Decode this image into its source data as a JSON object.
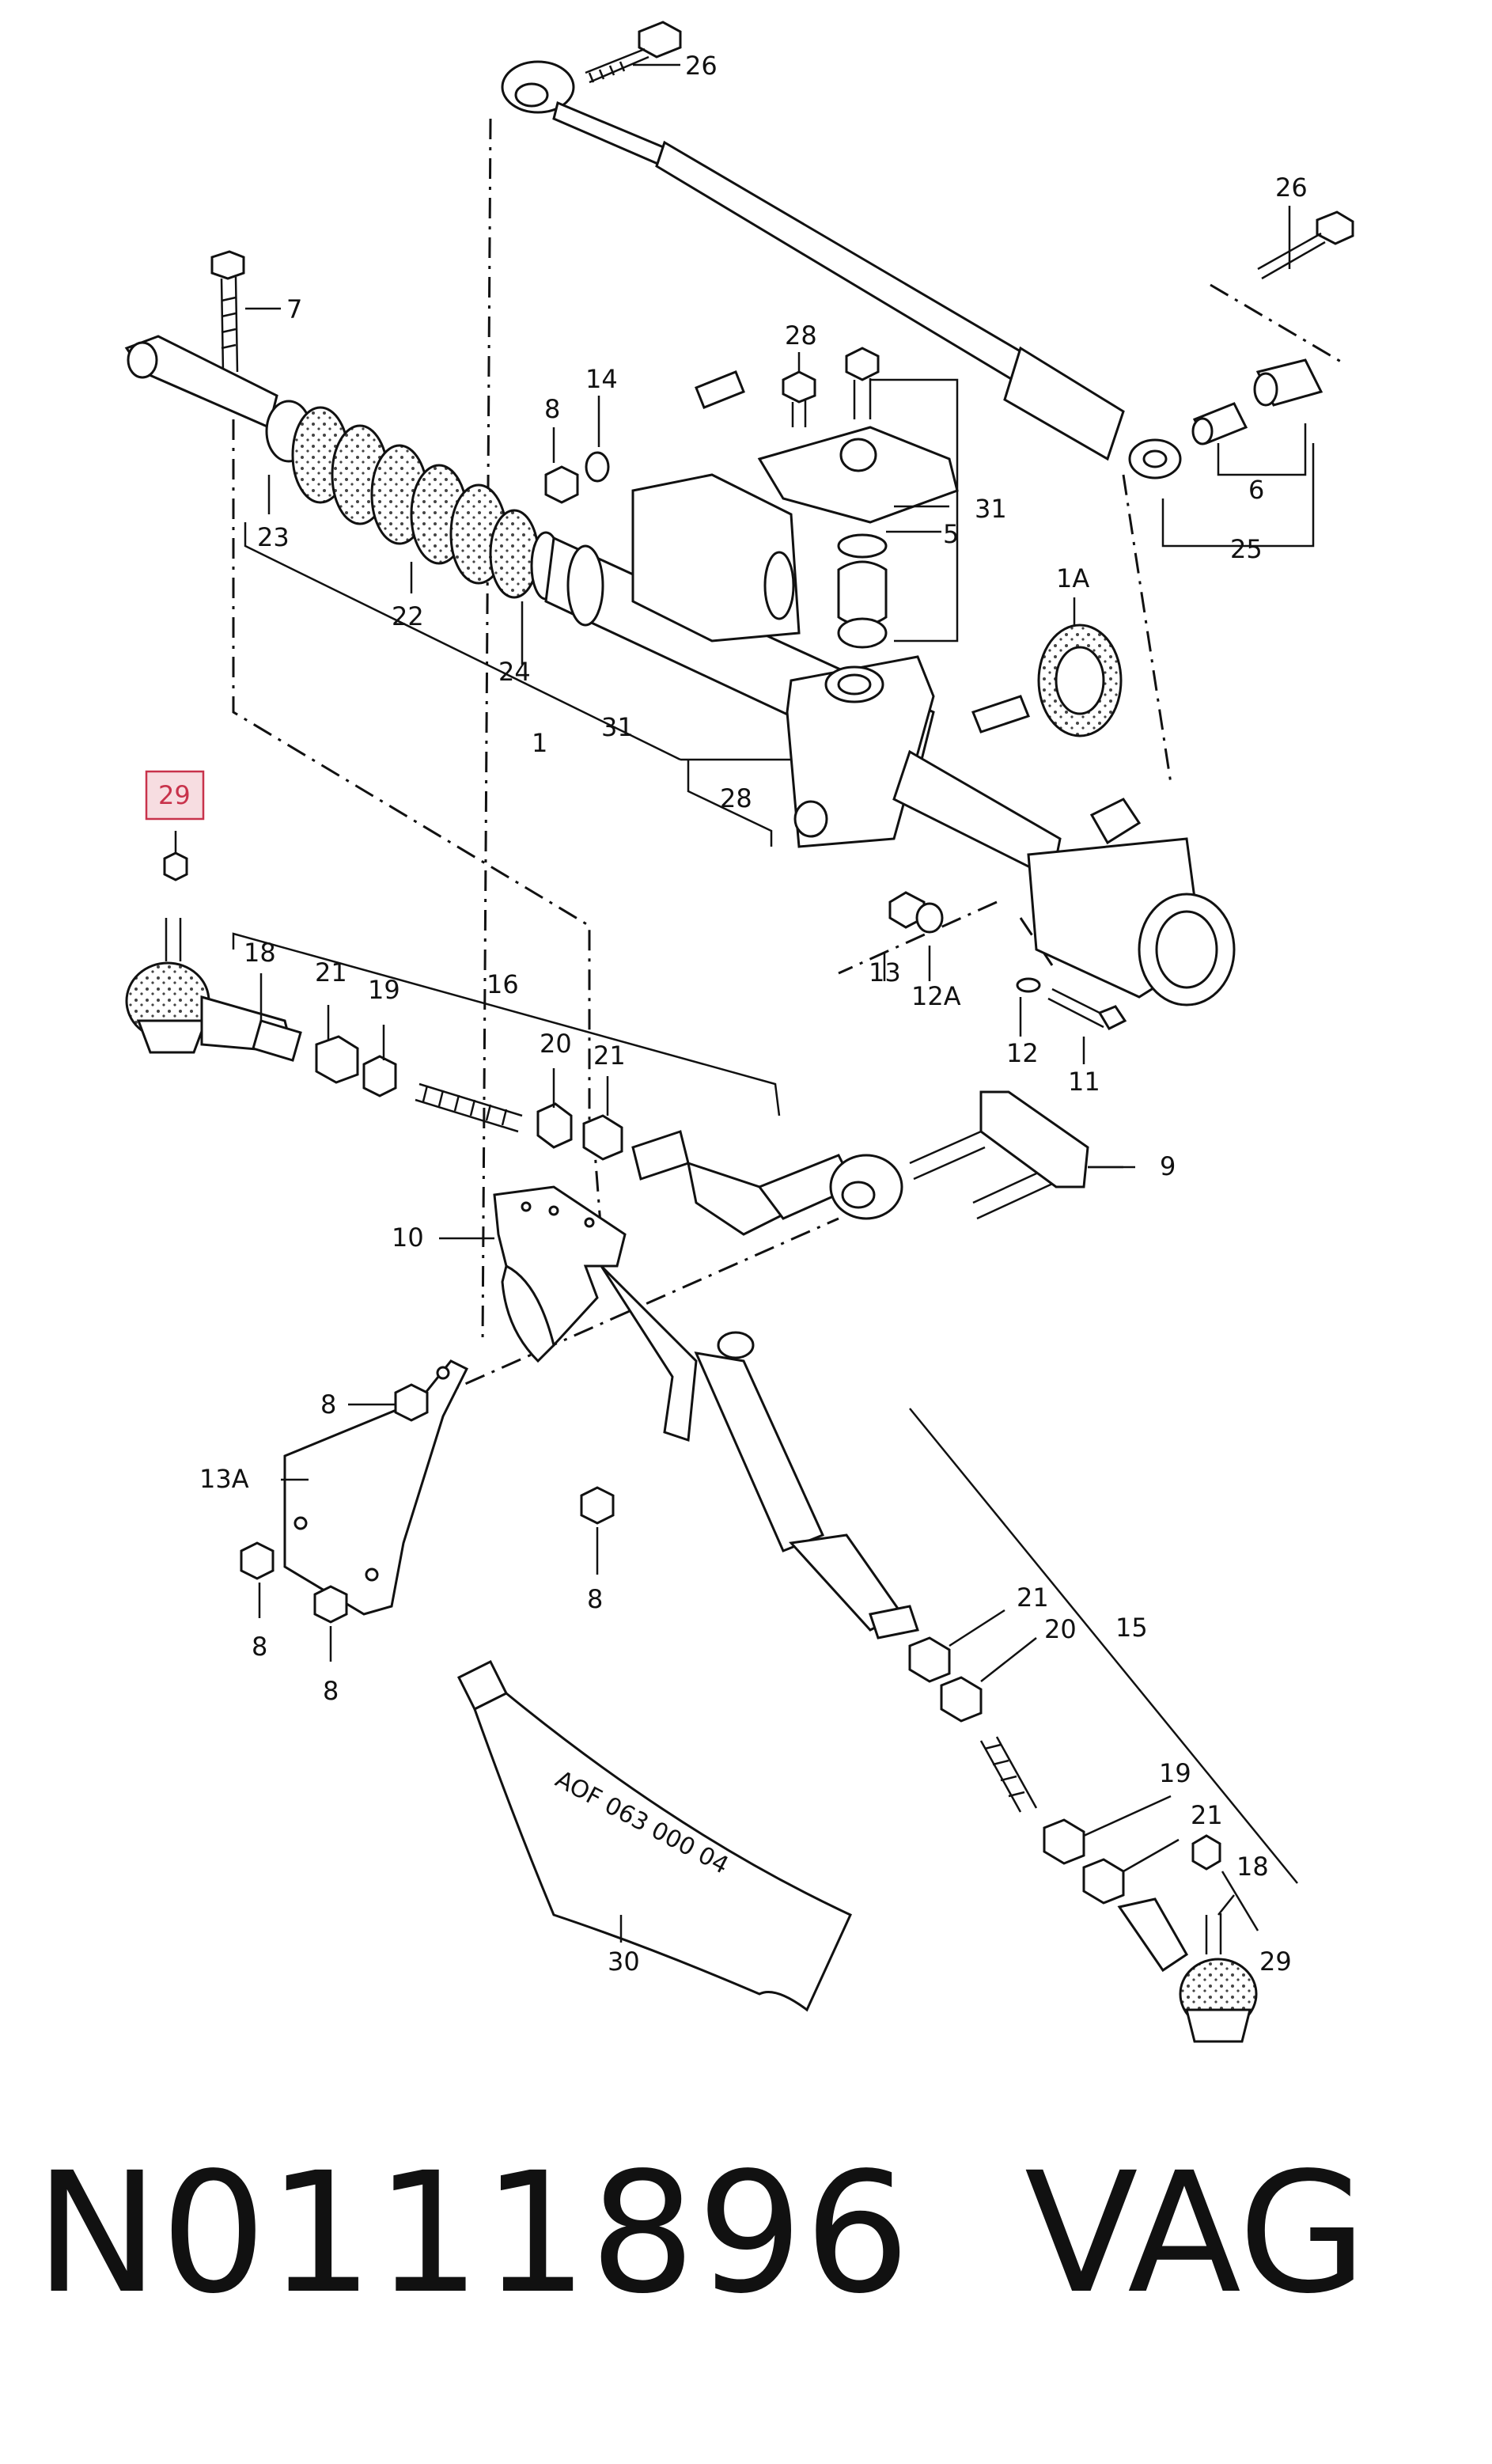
{
  "part_number": "N0111896",
  "brand": "VAG",
  "highlight_color": "#c8324b",
  "highlight_fill": "#f7dde1",
  "tube_text": "AOF 063 000 04",
  "labels": {
    "l26a": "26",
    "l26b": "26",
    "l7": "7",
    "l28top": "28",
    "l14": "14",
    "l8top": "8",
    "l31": "31",
    "l5": "5",
    "l1a": "1A",
    "l6": "6",
    "l25": "25",
    "l23": "23",
    "l22": "22",
    "l24": "24",
    "l1": "1",
    "l31b": "31",
    "l28b": "28",
    "l29highlight": "29",
    "l13": "13",
    "l12a": "12A",
    "l12": "12",
    "l11": "11",
    "l18a": "18",
    "l21a": "21",
    "l19a": "19",
    "l16": "16",
    "l20a": "20",
    "l21b": "21",
    "l9": "9",
    "l10": "10",
    "l8a": "8",
    "l13a": "13A",
    "l8b": "8",
    "l8c": "8",
    "l8d": "8",
    "l21c": "21",
    "l20b": "20",
    "l15": "15",
    "l19b": "19",
    "l21d": "21",
    "l18b": "18",
    "l29b": "29",
    "l30": "30"
  }
}
